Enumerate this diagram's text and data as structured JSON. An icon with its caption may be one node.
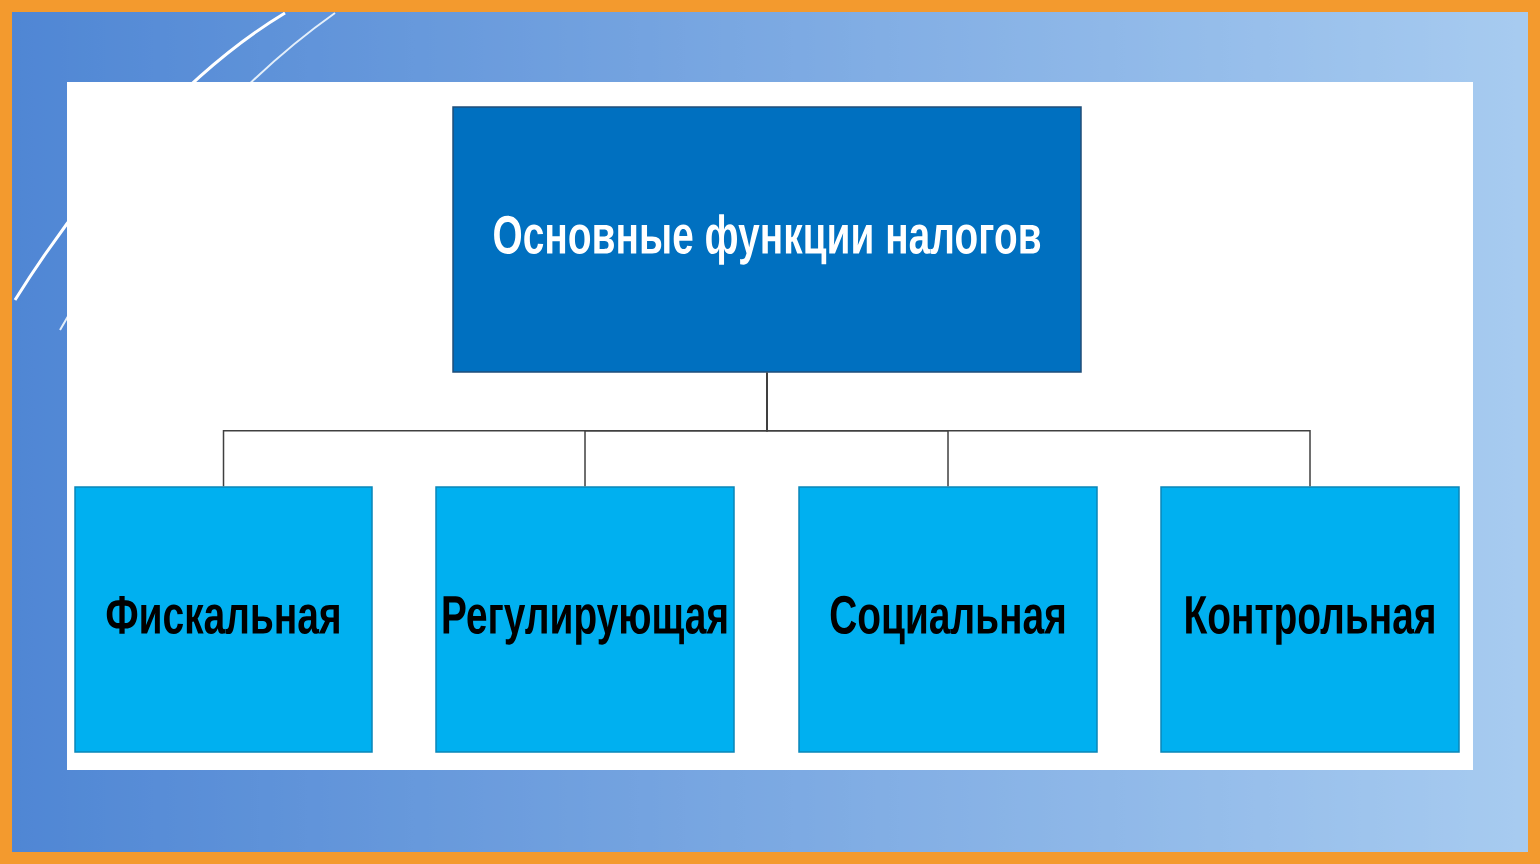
{
  "diagram": {
    "nodes": [
      {
        "text": [
          "Основные функции налогов"
        ]
      },
      {
        "text": [
          "Фискальная"
        ]
      },
      {
        "text": [
          "Регулирующая"
        ]
      },
      {
        "text": [
          "Социальная"
        ]
      },
      {
        "text": [
          "Контрольная"
        ]
      }
    ],
    "edges": [
      {
        "from": 0,
        "to": 1,
        "arrow": "none"
      },
      {
        "from": 0,
        "to": 2,
        "arrow": "none"
      },
      {
        "from": 0,
        "to": 3,
        "arrow": "none"
      },
      {
        "from": 0,
        "to": 4,
        "arrow": "none"
      }
    ]
  }
}
